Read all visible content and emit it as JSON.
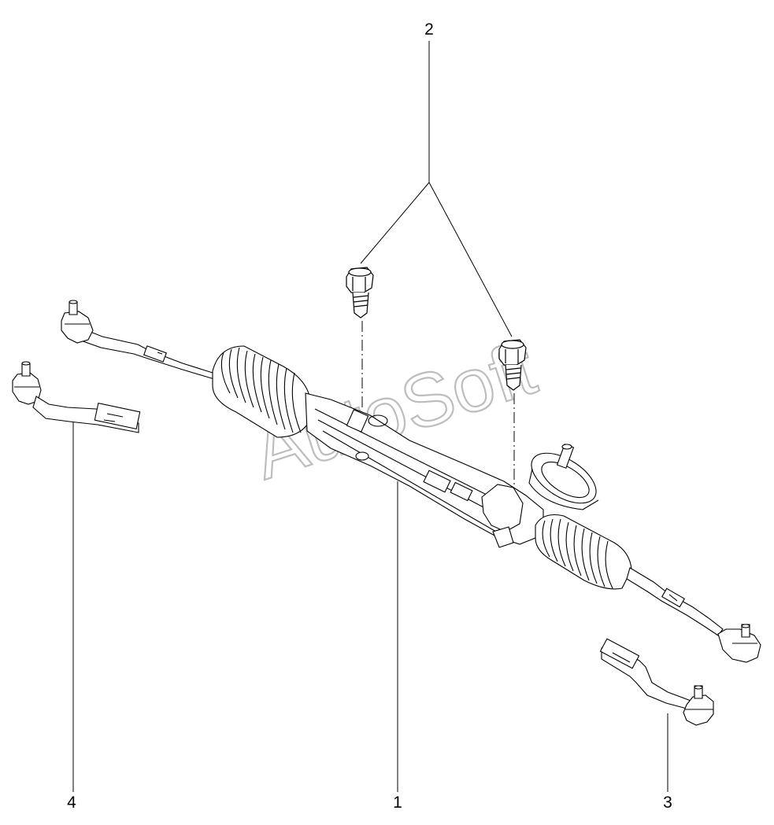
{
  "diagram": {
    "callouts": [
      {
        "id": "1",
        "label": "1"
      },
      {
        "id": "2",
        "label": "2"
      },
      {
        "id": "3",
        "label": "3"
      },
      {
        "id": "4",
        "label": "4"
      }
    ],
    "watermark": "AutoSoft",
    "colors": {
      "line": "#000000",
      "fill": "#ffffff",
      "watermark_stroke": "#bdbdbd"
    }
  }
}
